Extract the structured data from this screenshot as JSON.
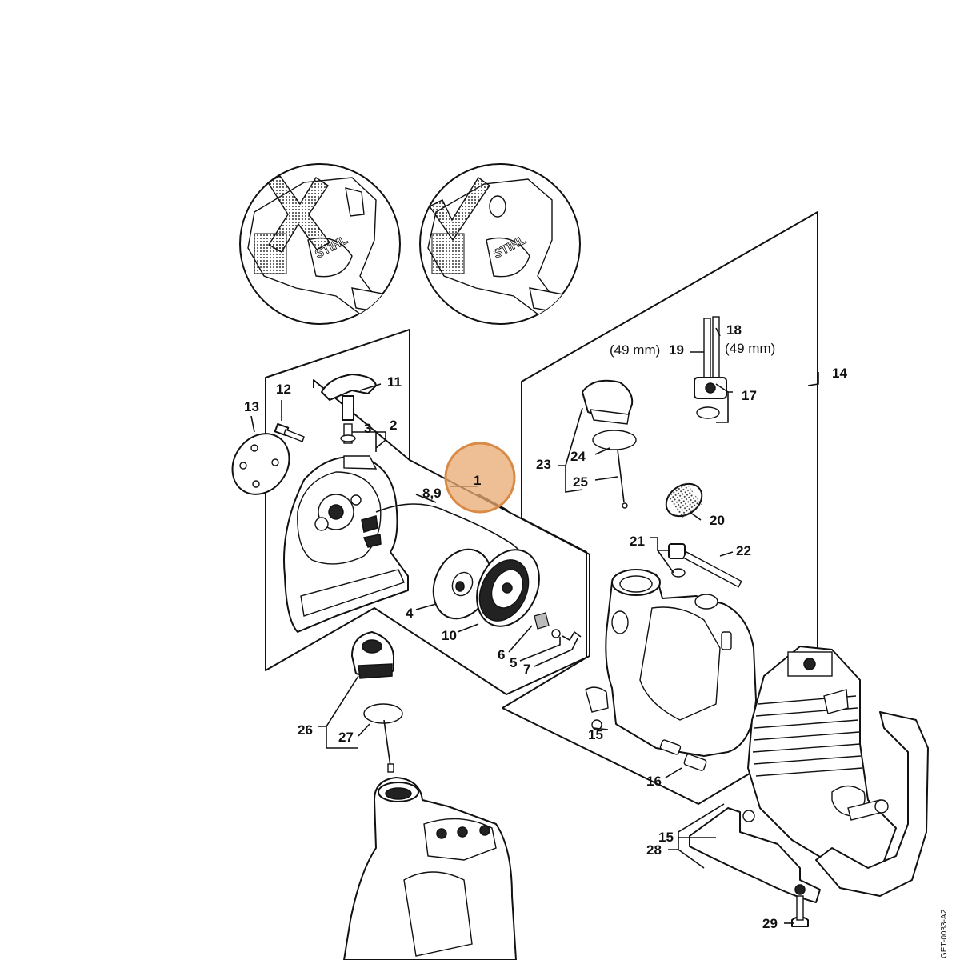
{
  "brand_text": "STIHL",
  "drawing_code": "GET-0033-A2",
  "highlight_color": "#e8a870",
  "labels": {
    "p1": "1",
    "p2": "2",
    "p3": "3",
    "p4": "4",
    "p5": "5",
    "p6": "6",
    "p7": "7",
    "p8_9": "8,9",
    "p10": "10",
    "p11": "11",
    "p12": "12",
    "p13": "13",
    "p14": "14",
    "p15a": "15",
    "p15b": "15",
    "p16": "16",
    "p17": "17",
    "p18": "18",
    "p19": "19",
    "p20": "20",
    "p21": "21",
    "p22": "22",
    "p23": "23",
    "p24": "24",
    "p25": "25",
    "p26": "26",
    "p27": "27",
    "p28": "28",
    "p29": "29"
  },
  "notes": {
    "hose_19_length": "(49 mm)",
    "hose_18_length": "(49 mm)"
  },
  "variant_indicators": {
    "left": "cross-mark-icon",
    "right": "check-mark-icon"
  }
}
